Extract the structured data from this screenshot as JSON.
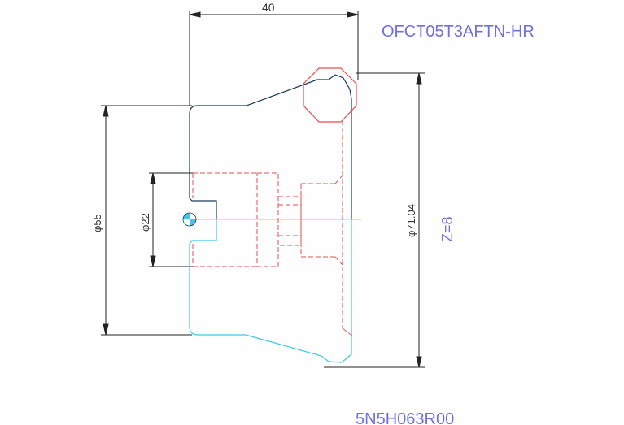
{
  "drawing": {
    "insert_code": "OFCT05T3AFTN-HR",
    "tool_code": "5N5H063R00",
    "teeth_count": "Z=8"
  },
  "dimensions": {
    "width": "40",
    "body_diameter": "φ55",
    "bore_diameter": "φ22",
    "cutting_diameter": "φ71.04"
  },
  "colors": {
    "outline_dark": "#1e3c5a",
    "outline_cyan": "#3cc8e8",
    "hidden_red": "#e85050",
    "centerline_yellow": "#e0c830",
    "text_blue": "#7070e0",
    "dimension_lines": "#222222"
  }
}
